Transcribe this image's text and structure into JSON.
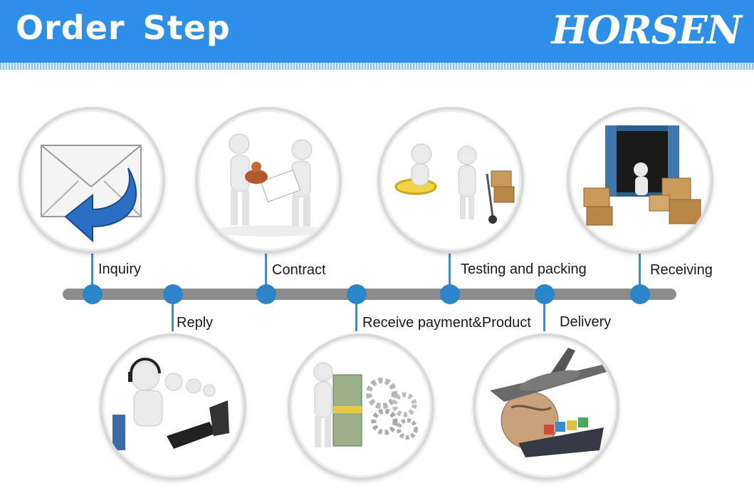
{
  "header": {
    "title": "Order Step",
    "brand": "HORSEN"
  },
  "colors": {
    "header": "#2e8fe8",
    "dot": "#2a86c8",
    "timeline": "#8c8c8c"
  },
  "steps": [
    {
      "label": "Inquiry",
      "icon": "envelope-reply-icon"
    },
    {
      "label": "Reply",
      "icon": "call-center-icon"
    },
    {
      "label": "Contract",
      "icon": "contract-signing-icon"
    },
    {
      "label": "Receive payment&Product",
      "icon": "money-gears-icon"
    },
    {
      "label": "Testing and packing",
      "icon": "magnifier-hand-truck-icon"
    },
    {
      "label": "Delivery",
      "icon": "plane-ship-globe-icon"
    },
    {
      "label": "Receiving",
      "icon": "container-boxes-icon"
    }
  ]
}
